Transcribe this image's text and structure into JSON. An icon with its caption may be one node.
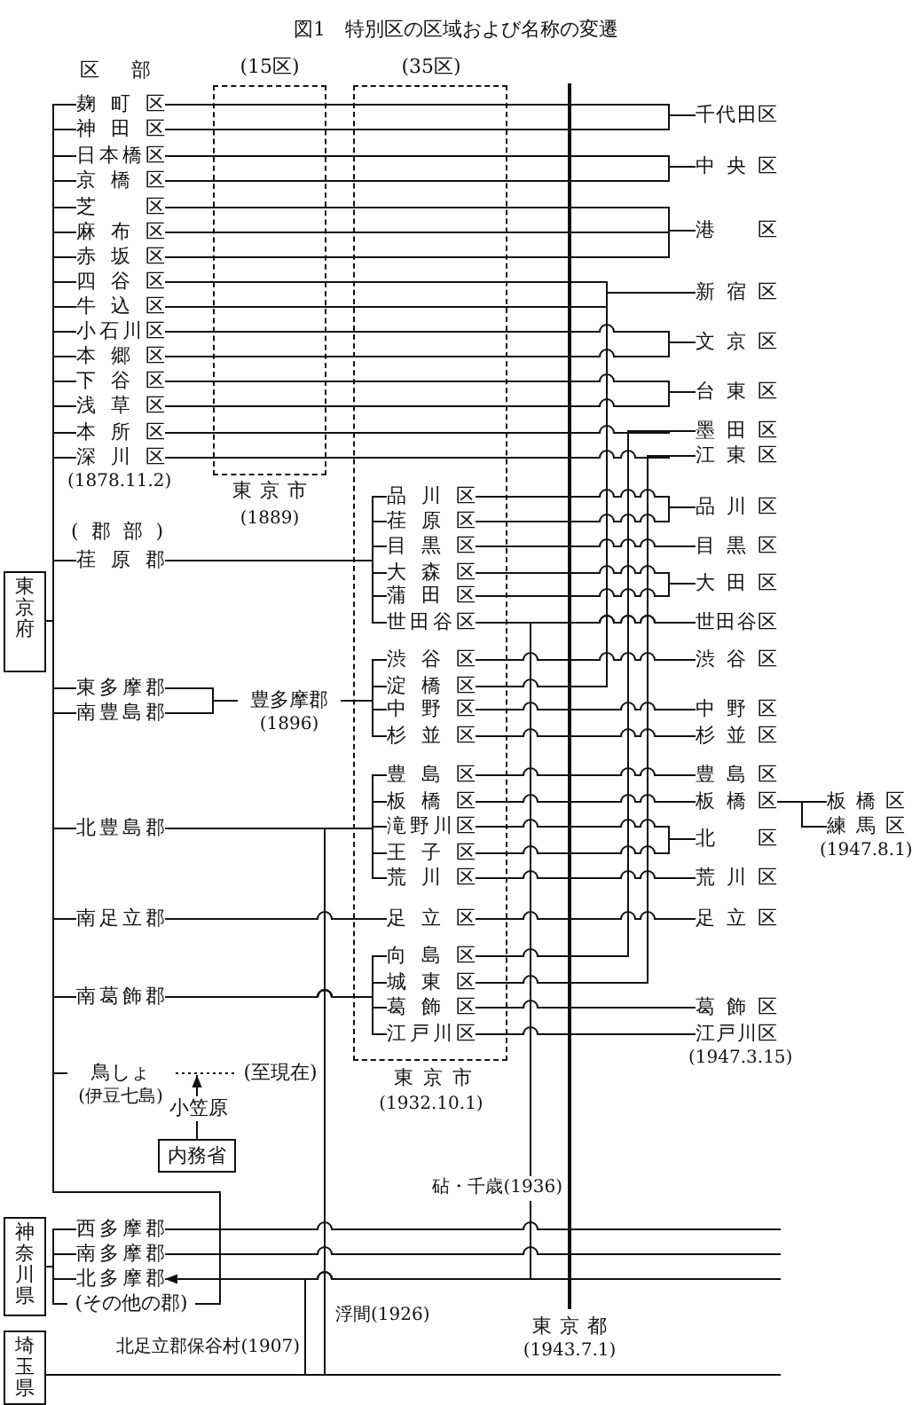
{
  "diagram": {
    "title": "図1　特別区の区域および名称の変遷",
    "nodes": [
      {
        "text": [
          "東京府"
        ]
      },
      {
        "text": [
          "麹町区"
        ]
      },
      {
        "text": [
          "神田区"
        ]
      },
      {
        "text": [
          "日本橋区"
        ]
      },
      {
        "text": [
          "京橋区"
        ]
      },
      {
        "text": [
          "芝区"
        ]
      },
      {
        "text": [
          "麻布区"
        ]
      },
      {
        "text": [
          "赤坂区"
        ]
      },
      {
        "text": [
          "四谷区"
        ]
      },
      {
        "text": [
          "牛込区"
        ]
      },
      {
        "text": [
          "小石川区"
        ]
      },
      {
        "text": [
          "本郷区"
        ]
      },
      {
        "text": [
          "下谷区"
        ]
      },
      {
        "text": [
          "浅草区"
        ]
      },
      {
        "text": [
          "本所区"
        ]
      },
      {
        "text": [
          "深川区"
        ]
      },
      {
        "text": [
          "荏原郡"
        ]
      },
      {
        "text": [
          "東多摩郡"
        ]
      },
      {
        "text": [
          "南豊島郡"
        ]
      },
      {
        "text": [
          "豊多摩郡",
          "(1896)"
        ]
      },
      {
        "text": [
          "北豊島郡"
        ]
      },
      {
        "text": [
          "南足立郡"
        ]
      },
      {
        "text": [
          "南葛飾郡"
        ]
      },
      {
        "text": [
          "鳥しょ",
          "(伊豆七島)"
        ]
      },
      {
        "text": [
          "(至現在)"
        ]
      },
      {
        "text": [
          "小笠原"
        ]
      },
      {
        "text": [
          "内務省"
        ]
      },
      {
        "text": [
          "品川区"
        ]
      },
      {
        "text": [
          "荏原区"
        ]
      },
      {
        "text": [
          "目黒区"
        ]
      },
      {
        "text": [
          "大森区"
        ]
      },
      {
        "text": [
          "蒲田区"
        ]
      },
      {
        "text": [
          "世田谷区"
        ]
      },
      {
        "text": [
          "渋谷区"
        ]
      },
      {
        "text": [
          "淀橋区"
        ]
      },
      {
        "text": [
          "中野区"
        ]
      },
      {
        "text": [
          "杉並区"
        ]
      },
      {
        "text": [
          "豊島区"
        ]
      },
      {
        "text": [
          "板橋区"
        ]
      },
      {
        "text": [
          "滝野川区"
        ]
      },
      {
        "text": [
          "王子区"
        ]
      },
      {
        "text": [
          "荒川区"
        ]
      },
      {
        "text": [
          "足立区"
        ]
      },
      {
        "text": [
          "向島区"
        ]
      },
      {
        "text": [
          "城東区"
        ]
      },
      {
        "text": [
          "葛飾区"
        ]
      },
      {
        "text": [
          "江戸川区"
        ]
      },
      {
        "text": [
          "千代田区"
        ]
      },
      {
        "text": [
          "中央区"
        ]
      },
      {
        "text": [
          "港区"
        ]
      },
      {
        "text": [
          "新宿区"
        ]
      },
      {
        "text": [
          "文京区"
        ]
      },
      {
        "text": [
          "台東区"
        ]
      },
      {
        "text": [
          "墨田区"
        ]
      },
      {
        "text": [
          "江東区"
        ]
      },
      {
        "text": [
          "品川区"
        ]
      },
      {
        "text": [
          "目黒区"
        ]
      },
      {
        "text": [
          "大田区"
        ]
      },
      {
        "text": [
          "世田谷区"
        ]
      },
      {
        "text": [
          "渋谷区"
        ]
      },
      {
        "text": [
          "中野区"
        ]
      },
      {
        "text": [
          "杉並区"
        ]
      },
      {
        "text": [
          "豊島区"
        ]
      },
      {
        "text": [
          "板橋区"
        ]
      },
      {
        "text": [
          "北区"
        ]
      },
      {
        "text": [
          "荒川区"
        ]
      },
      {
        "text": [
          "足立区"
        ]
      },
      {
        "text": [
          "葛飾区"
        ]
      },
      {
        "text": [
          "江戸川区"
        ],
        "beside": [
          "(1947.3.15)"
        ]
      },
      {
        "text": [
          "板橋区"
        ]
      },
      {
        "text": [
          "練馬区"
        ],
        "beside": [
          "(1947.8.1)"
        ]
      },
      {
        "text": [
          "神奈川県"
        ]
      },
      {
        "text": [
          "西多摩郡"
        ]
      },
      {
        "text": [
          "南多摩郡"
        ]
      },
      {
        "text": [
          "北多摩郡"
        ]
      },
      {
        "text": [
          "(その他の郡)"
        ]
      },
      {
        "text": [
          "埼玉県"
        ]
      }
    ],
    "edges": [
      {
        "from": 0,
        "to": 1,
        "arrow": "none"
      },
      {
        "from": 0,
        "to": 2,
        "arrow": "none"
      },
      {
        "from": 0,
        "to": 3,
        "arrow": "none"
      },
      {
        "from": 0,
        "to": 4,
        "arrow": "none"
      },
      {
        "from": 0,
        "to": 5,
        "arrow": "none"
      },
      {
        "from": 0,
        "to": 6,
        "arrow": "none"
      },
      {
        "from": 0,
        "to": 7,
        "arrow": "none"
      },
      {
        "from": 0,
        "to": 8,
        "arrow": "none"
      },
      {
        "from": 0,
        "to": 9,
        "arrow": "none"
      },
      {
        "from": 0,
        "to": 10,
        "arrow": "none"
      },
      {
        "from": 0,
        "to": 11,
        "arrow": "none"
      },
      {
        "from": 0,
        "to": 12,
        "arrow": "none"
      },
      {
        "from": 0,
        "to": 13,
        "arrow": "none"
      },
      {
        "from": 0,
        "to": 14,
        "arrow": "none"
      },
      {
        "from": 0,
        "to": 15,
        "arrow": "none"
      },
      {
        "from": 0,
        "to": 16,
        "arrow": "none"
      },
      {
        "from": 0,
        "to": 17,
        "arrow": "none"
      },
      {
        "from": 0,
        "to": 18,
        "arrow": "none"
      },
      {
        "from": 0,
        "to": 20,
        "arrow": "none"
      },
      {
        "from": 0,
        "to": 21,
        "arrow": "none"
      },
      {
        "from": 0,
        "to": 22,
        "arrow": "none"
      },
      {
        "from": 0,
        "to": 23,
        "arrow": "none"
      },
      {
        "from": 0,
        "to": 75,
        "arrow": "none"
      },
      {
        "from": 1,
        "to": 47,
        "arrow": "none"
      },
      {
        "from": 2,
        "to": 47,
        "arrow": "none"
      },
      {
        "from": 3,
        "to": 48,
        "arrow": "none"
      },
      {
        "from": 4,
        "to": 48,
        "arrow": "none"
      },
      {
        "from": 5,
        "to": 49,
        "arrow": "none"
      },
      {
        "from": 6,
        "to": 49,
        "arrow": "none"
      },
      {
        "from": 7,
        "to": 49,
        "arrow": "none"
      },
      {
        "from": 8,
        "to": 50,
        "arrow": "none"
      },
      {
        "from": 9,
        "to": 50,
        "arrow": "none"
      },
      {
        "from": 10,
        "to": 51,
        "arrow": "none"
      },
      {
        "from": 11,
        "to": 51,
        "arrow": "none"
      },
      {
        "from": 12,
        "to": 52,
        "arrow": "none"
      },
      {
        "from": 13,
        "to": 52,
        "arrow": "none"
      },
      {
        "from": 14,
        "to": 53,
        "arrow": "none"
      },
      {
        "from": 15,
        "to": 54,
        "arrow": "none"
      },
      {
        "from": 16,
        "to": 27,
        "arrow": "none"
      },
      {
        "from": 16,
        "to": 28,
        "arrow": "none"
      },
      {
        "from": 16,
        "to": 29,
        "arrow": "none"
      },
      {
        "from": 16,
        "to": 30,
        "arrow": "none"
      },
      {
        "from": 16,
        "to": 31,
        "arrow": "none"
      },
      {
        "from": 16,
        "to": 32,
        "arrow": "none"
      },
      {
        "from": 17,
        "to": 19,
        "arrow": "none"
      },
      {
        "from": 18,
        "to": 19,
        "arrow": "none"
      },
      {
        "from": 19,
        "to": 33,
        "arrow": "none"
      },
      {
        "from": 19,
        "to": 34,
        "arrow": "none"
      },
      {
        "from": 19,
        "to": 35,
        "arrow": "none"
      },
      {
        "from": 19,
        "to": 36,
        "arrow": "none"
      },
      {
        "from": 20,
        "to": 37,
        "arrow": "none"
      },
      {
        "from": 20,
        "to": 38,
        "arrow": "none"
      },
      {
        "from": 20,
        "to": 39,
        "arrow": "none"
      },
      {
        "from": 20,
        "to": 40,
        "arrow": "none"
      },
      {
        "from": 20,
        "to": 41,
        "arrow": "none"
      },
      {
        "from": 21,
        "to": 42,
        "arrow": "none"
      },
      {
        "from": 22,
        "to": 43,
        "arrow": "none"
      },
      {
        "from": 22,
        "to": 44,
        "arrow": "none"
      },
      {
        "from": 22,
        "to": 45,
        "arrow": "none"
      },
      {
        "from": 22,
        "to": 46,
        "arrow": "none"
      },
      {
        "from": 27,
        "to": 55,
        "arrow": "none"
      },
      {
        "from": 28,
        "to": 55,
        "arrow": "none"
      },
      {
        "from": 29,
        "to": 56,
        "arrow": "none"
      },
      {
        "from": 30,
        "to": 57,
        "arrow": "none"
      },
      {
        "from": 31,
        "to": 57,
        "arrow": "none"
      },
      {
        "from": 32,
        "to": 58,
        "arrow": "none"
      },
      {
        "from": 33,
        "to": 59,
        "arrow": "none"
      },
      {
        "from": 34,
        "to": 50,
        "arrow": "none"
      },
      {
        "from": 35,
        "to": 60,
        "arrow": "none"
      },
      {
        "from": 36,
        "to": 61,
        "arrow": "none"
      },
      {
        "from": 37,
        "to": 62,
        "arrow": "none"
      },
      {
        "from": 38,
        "to": 63,
        "arrow": "none"
      },
      {
        "from": 39,
        "to": 64,
        "arrow": "none"
      },
      {
        "from": 40,
        "to": 64,
        "arrow": "none"
      },
      {
        "from": 41,
        "to": 65,
        "arrow": "none"
      },
      {
        "from": 42,
        "to": 66,
        "arrow": "none"
      },
      {
        "from": 43,
        "to": 53,
        "arrow": "none"
      },
      {
        "from": 44,
        "to": 54,
        "arrow": "none"
      },
      {
        "from": 45,
        "to": 67,
        "arrow": "none"
      },
      {
        "from": 46,
        "to": 68,
        "arrow": "none"
      },
      {
        "from": 63,
        "to": 69,
        "arrow": "none"
      },
      {
        "from": 63,
        "to": 70,
        "arrow": "none"
      },
      {
        "from": 25,
        "to": 23,
        "arrow": "to"
      },
      {
        "from": 26,
        "to": 25,
        "arrow": "none"
      },
      {
        "from": 23,
        "to": 24,
        "arrow": "none",
        "style": "dashed"
      },
      {
        "from": 71,
        "to": 72,
        "arrow": "none"
      },
      {
        "from": 71,
        "to": 73,
        "arrow": "none"
      },
      {
        "from": 71,
        "to": 74,
        "arrow": "none"
      },
      {
        "from": 71,
        "to": 75,
        "arrow": "none"
      },
      {
        "from": 72,
        "to": null,
        "arrow": "none"
      },
      {
        "from": 73,
        "to": null,
        "arrow": "none"
      },
      {
        "from": 74,
        "to": null,
        "arrow": "none"
      },
      {
        "from": 76,
        "to": null,
        "arrow": "none"
      },
      {
        "from": 76,
        "to": 20,
        "arrow": "none",
        "label": "浮間(1926)"
      },
      {
        "from": 76,
        "to": 74,
        "arrow": "to",
        "label": "北足立郡保谷村(1907)"
      },
      {
        "from": 74,
        "to": 58,
        "arrow": "none",
        "label": "砧・千歳(1936)"
      }
    ],
    "labels": [
      "区部",
      "(15区)",
      "(35区)",
      "(1878.11.2)",
      "東京市",
      "(1889)",
      "(郡部)",
      "東京市",
      "(1932.10.1)",
      "東京都",
      "(1943.7.1)"
    ]
  }
}
